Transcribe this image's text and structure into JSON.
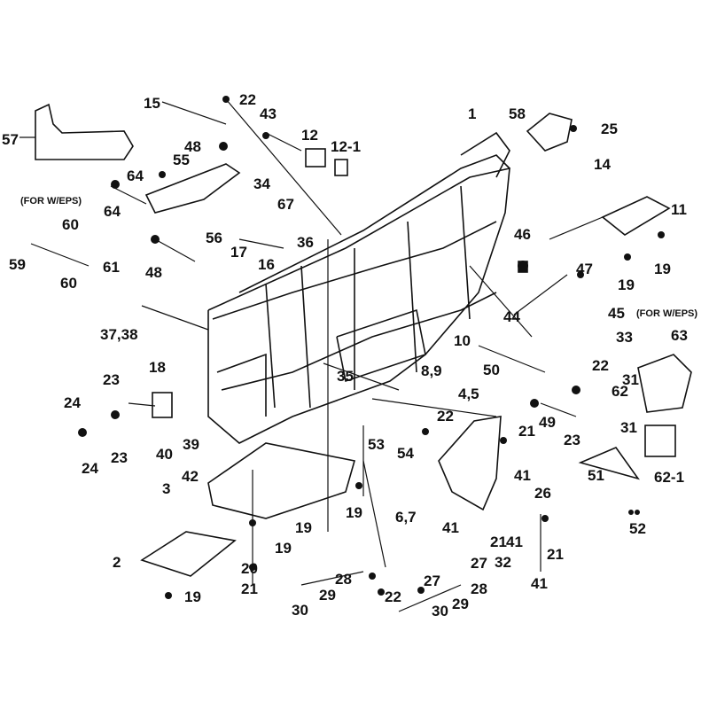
{
  "diagram": {
    "type": "exploded parts diagram - ATV frame",
    "note_eps": "(FOR W/EPS)",
    "callouts": [
      "1",
      "58",
      "25",
      "14",
      "11",
      "19",
      "19",
      "47",
      "46",
      "45",
      "44",
      "33",
      "22",
      "10",
      "50",
      "49",
      "31",
      "31",
      "23",
      "63",
      "62",
      "62-1",
      "51",
      "52",
      "21",
      "41",
      "26",
      "4,5",
      "22",
      "54",
      "53",
      "8,9",
      "35",
      "36",
      "15",
      "22",
      "43",
      "12",
      "12-1",
      "57",
      "48",
      "55",
      "64",
      "64",
      "34",
      "67",
      "56",
      "48",
      "17",
      "16",
      "59",
      "60",
      "61",
      "60",
      "37,38",
      "18",
      "23",
      "24",
      "24",
      "23",
      "39",
      "40",
      "42",
      "3",
      "19",
      "19",
      "19",
      "2",
      "20",
      "21",
      "19",
      "6,7",
      "41",
      "21",
      "41",
      "27",
      "32",
      "21",
      "41",
      "27",
      "28",
      "22",
      "28",
      "29",
      "30",
      "29",
      "30"
    ]
  }
}
